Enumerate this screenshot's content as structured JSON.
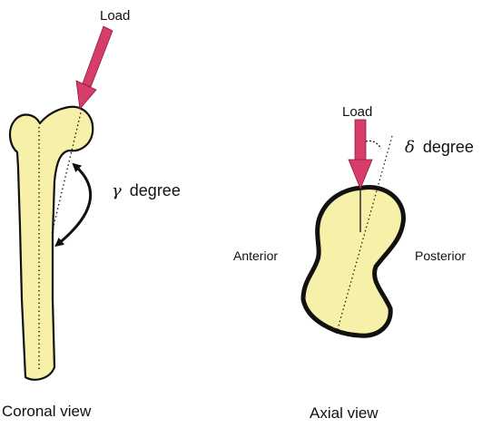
{
  "coronal": {
    "load_label": "Load",
    "angle_symbol": "γ",
    "angle_word": "degree",
    "caption": "Coronal view"
  },
  "axial": {
    "load_label": "Load",
    "angle_symbol": "δ",
    "angle_word": "degree",
    "anterior_label": "Anterior",
    "posterior_label": "Posterior",
    "caption": "Axial view"
  },
  "colors": {
    "bone_fill": "#f6f0a8",
    "outline": "#111111",
    "load_arrow": "#d63d6a"
  },
  "icons": {
    "load_arrow": "arrow-down-icon",
    "angle_arc": "double-arrow-arc-icon"
  }
}
